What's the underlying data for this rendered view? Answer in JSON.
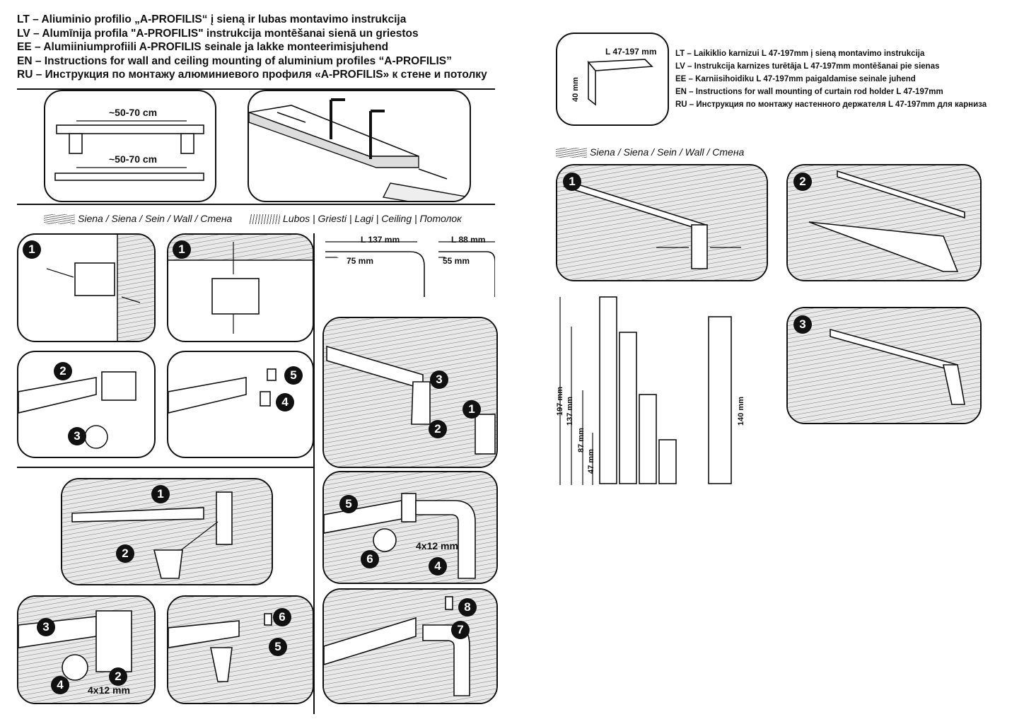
{
  "title": {
    "lines": [
      "LT – Aliuminio profilio „A-PROFILIS“ į sieną ir lubas montavimo instrukcija",
      "LV – Alumīnija profila \"A-PROFILIS\" instrukcija montēšanai sienā un griestos",
      "EE – Alumiiniumprofiili A-PROFILIS seinale ja lakke monteerimisjuhend",
      "EN – Instructions for wall and ceiling mounting of aluminium profiles “A-PROFILIS”",
      "RU – Инструкция по монтажу алюминиевого профиля «A-PROFILIS» к стене и потолку"
    ]
  },
  "right_title": {
    "lines": [
      "LT – Laikiklio karnizui L 47-197mm  į sieną montavimo instrukcija",
      "LV – Instrukcija karnizes turētāja L 47-197mm montēšanai pie sienas",
      "EE – Karniisihoidiku L 47-197mm paigaldamise seinale juhend",
      "EN – Instructions for wall mounting of curtain rod holder L 47-197mm",
      "RU – Инструкция по монтажу настенного держателя L 47-197mm для карниза"
    ]
  },
  "legend": {
    "wall": "Siena / Siena / Sein / Wall / Стена",
    "ceiling": "Lubos | Griesti | Lagi | Ceiling | Потолок"
  },
  "dims": {
    "spacing_top": "~50-70 cm",
    "spacing_bottom": "~50-70 cm",
    "l137": "L 137 mm",
    "l137_inner": "75 mm",
    "l88": "L 88 mm",
    "l88_inner": "55 mm",
    "screw_a": "4x12 mm",
    "screw_b": "4x12 mm",
    "holder_len": "L 47-197 mm",
    "holder_h": "40 mm",
    "len197": "197 mm",
    "len137": "137 mm",
    "len87": "87 mm",
    "len47": "47 mm",
    "len140": "140 mm"
  },
  "steps": {
    "s1": "1",
    "s2": "2",
    "s3": "3",
    "s4": "4",
    "s5": "5",
    "s6": "6",
    "s7": "7",
    "s8": "8"
  }
}
